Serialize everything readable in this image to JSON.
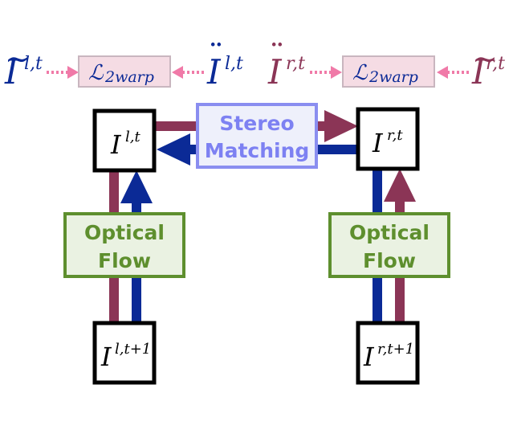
{
  "colors": {
    "maroon": "#8b3556",
    "navy": "#0b2a96",
    "pink": "#f07aa8",
    "loss_box_fill": "#f5dce4",
    "loss_box_stroke": "#c9b6bf",
    "stereo_fill": "#eef0fb",
    "stereo_stroke": "#8a8ef0",
    "stereo_text": "#7d81f2",
    "flow_fill": "#eaf2e2",
    "flow_stroke": "#5e8f2e",
    "flow_text": "#5e8f2e",
    "node_stroke": "#000000"
  },
  "top_row": {
    "left_warp_input": {
      "base": "I",
      "accent": "~",
      "sup": "l,t"
    },
    "left_loss": {
      "base": "ℒ",
      "sub": "2warp"
    },
    "left_warp_target": {
      "base": "I",
      "accent": "¨",
      "sup": "l,t"
    },
    "right_warp_target": {
      "base": "I",
      "accent": "¨",
      "sup": "r,t"
    },
    "right_loss": {
      "base": "ℒ",
      "sub": "2warp"
    },
    "right_warp_input": {
      "base": "I",
      "accent": "~",
      "sup": "r,t"
    }
  },
  "nodes": {
    "left_t": {
      "base": "I",
      "sup": "l,t"
    },
    "right_t": {
      "base": "I",
      "sup": "r,t"
    },
    "left_t1": {
      "base": "I",
      "sup": "l,t+1"
    },
    "right_t1": {
      "base": "I",
      "sup": "r,t+1"
    }
  },
  "stereo": {
    "line1": "Stereo",
    "line2": "Matching"
  },
  "flow_left": {
    "line1": "Optical",
    "line2": "Flow"
  },
  "flow_right": {
    "line1": "Optical",
    "line2": "Flow"
  }
}
